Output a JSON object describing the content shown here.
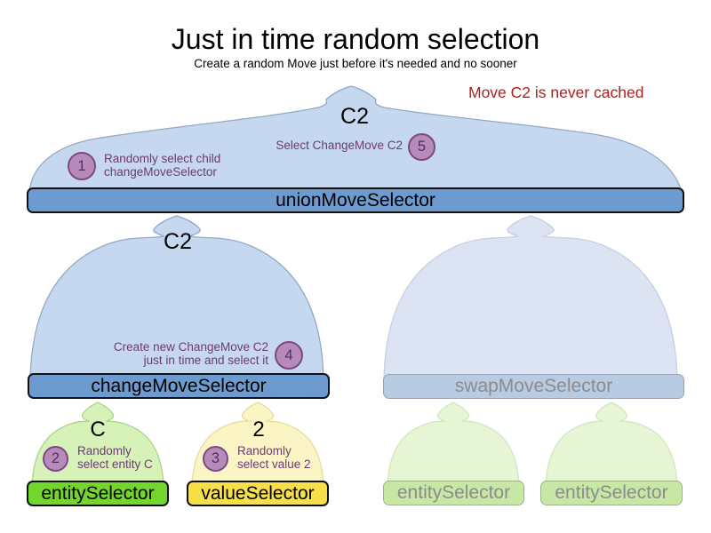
{
  "title": "Just in time random selection",
  "subtitle": "Create a random Move just before it's needed and no sooner",
  "note": "Move C2 is never cached",
  "colors": {
    "note-red": "#b01e1e",
    "purple-text": "#6e3a74",
    "circle-fill": "#b68aba",
    "circle-border": "#7c4a82",
    "circle-number": "#5a2c62",
    "dark-border": "#111111",
    "blue-bar": "#6d9bd0",
    "blue-dome": "#c5d8ef",
    "blue-dome-stroke": "#93a9c7",
    "swap-bar": "#b7cbe3",
    "swap-bar-border": "#99a1ad",
    "swap-dome": "#dce4f3",
    "swap-dome-stroke": "#c6cfe3",
    "green-bar": "#72d62c",
    "green-dome": "#d6f2b8",
    "green-dome-stroke": "#a9d684",
    "yellow-bar": "#f6df48",
    "yellow-dome": "#fbf5c6",
    "yellow-dome-stroke": "#e8dc96",
    "faded-green-bar": "#c6e8a4",
    "faded-green-border": "#9fb28b",
    "faded-green-dome": "#e6f5d4",
    "faded-green-dome-stroke": "#d2e7bd",
    "faded-text": "#8c8c8c"
  },
  "selectors": {
    "union": "unionMoveSelector",
    "change": "changeMoveSelector",
    "swap": "swapMoveSelector",
    "entity": "entitySelector",
    "value": "valueSelector",
    "entity_faded_left": "entitySelector",
    "entity_faded_right": "entitySelector"
  },
  "flow_labels": {
    "union_output": "C2",
    "change_output": "C2",
    "entity_output": "C",
    "value_output": "2"
  },
  "steps": {
    "step1": {
      "num": "1",
      "line1": "Randomly select child",
      "line2": "changeMoveSelector"
    },
    "step2": {
      "num": "2",
      "line1": "Randomly",
      "line2": "select entity C"
    },
    "step3": {
      "num": "3",
      "line1": "Randomly",
      "line2": "select value 2"
    },
    "step4": {
      "num": "4",
      "line1": "Create new ChangeMove C2",
      "line2": "just in time and select it"
    },
    "step5": {
      "num": "5",
      "line1": "Select ChangeMove C2"
    }
  }
}
